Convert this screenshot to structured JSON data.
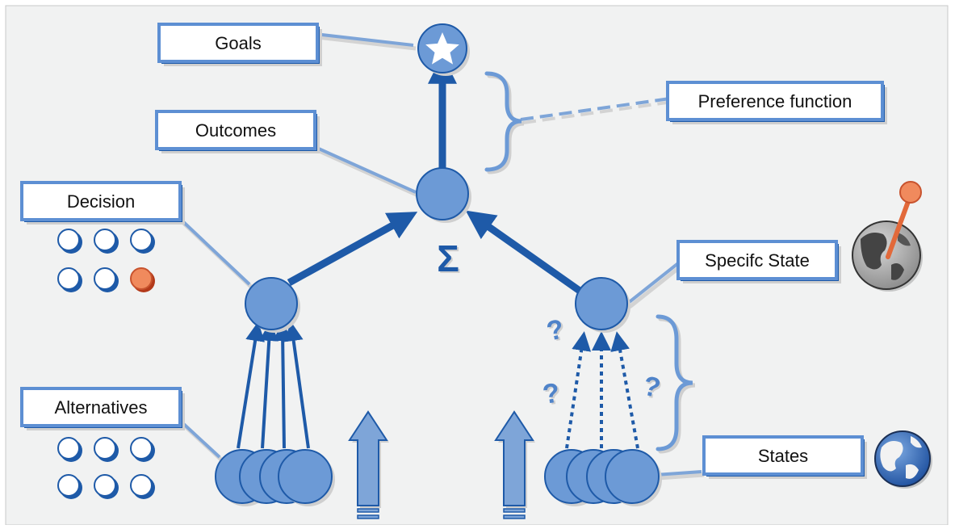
{
  "labels": {
    "goals": "Goals",
    "preference_function": "Preference function",
    "outcomes": "Outcomes",
    "decision": "Decision",
    "specific_state": "Specifc State",
    "alternatives": "Alternatives",
    "states": "States"
  },
  "symbols": {
    "sum": "Σ",
    "question": "?"
  },
  "colors": {
    "node_fill": "#6c9ad6",
    "node_dark": "#1e5aa8",
    "label_border": "#5d8fd3",
    "selected_option": "#f08a5d",
    "background": "#f1f2f2"
  },
  "icons": {
    "goal": "star-icon",
    "specific_state": "globe-with-pin-icon",
    "states": "globe-icon"
  }
}
